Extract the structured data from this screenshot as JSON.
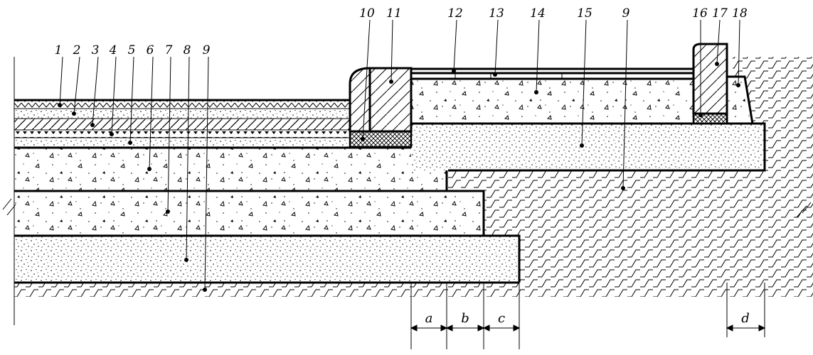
{
  "diagram": {
    "callouts": [
      "1",
      "2",
      "3",
      "4",
      "5",
      "6",
      "7",
      "8",
      "9",
      "10",
      "11",
      "12",
      "13",
      "14",
      "15",
      "9",
      "16",
      "17",
      "18"
    ],
    "dimensions": [
      "a",
      "b",
      "c",
      "d"
    ]
  }
}
